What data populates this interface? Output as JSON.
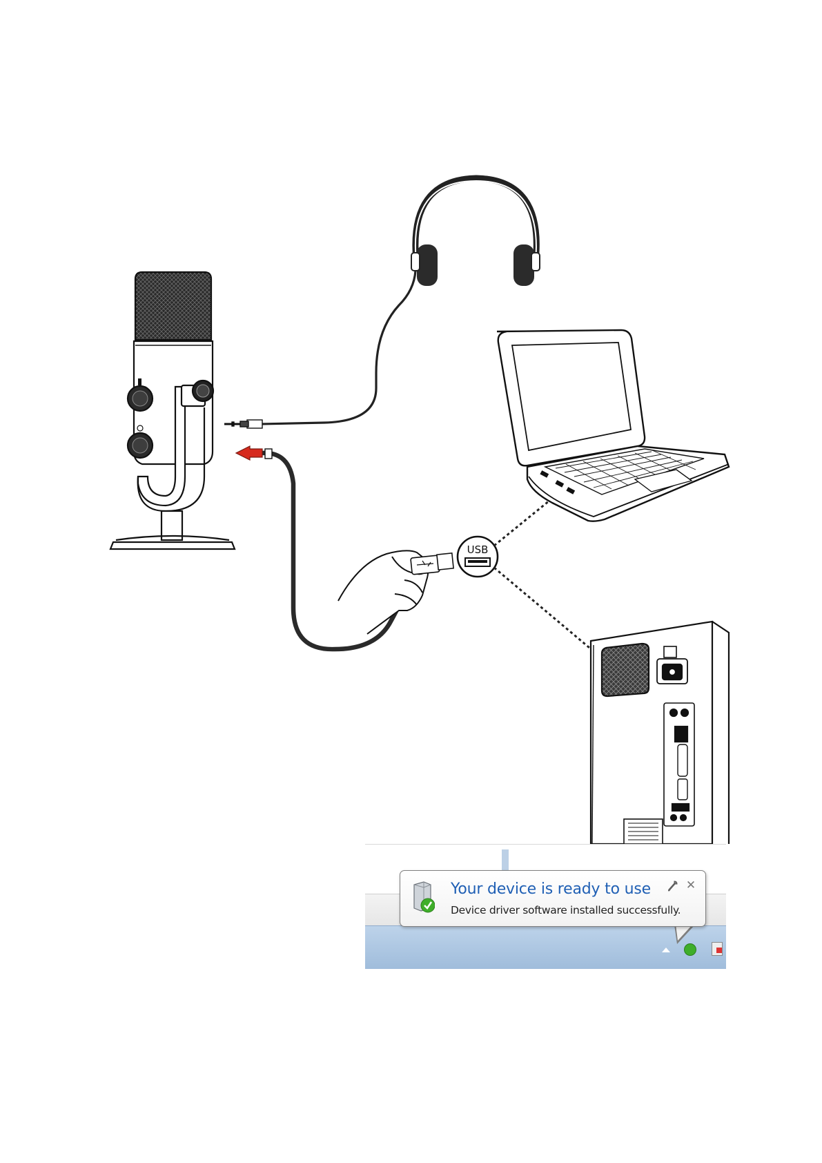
{
  "diagram": {
    "usb_port_label": "USB"
  },
  "notification": {
    "title": "Your device is ready to use",
    "message": "Device driver software installed successfully.",
    "icons": {
      "device": "usb-device-icon",
      "status": "green-check-icon",
      "settings": "wrench-icon",
      "close": "close-icon",
      "tray_arrow": "show-hidden-icons-arrow",
      "tray_device": "device-tray-icon",
      "tray_other": "tray-app-icon"
    },
    "colors": {
      "title": "#1f5fb4",
      "taskbar": "#a9c4e2",
      "success": "#3fae2a"
    }
  }
}
